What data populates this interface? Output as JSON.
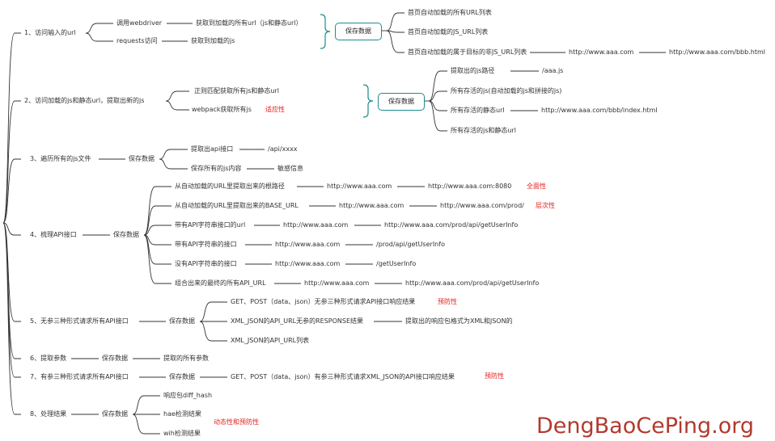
{
  "colors": {
    "line": "#333333",
    "accent_box": "#1e8c8c",
    "highlight": "#e0201c",
    "watermark": "#b23a2e"
  },
  "nodes": {
    "b1": "1、访问输入的url",
    "b1_webdriver": "调用webdriver",
    "b1_webdriver_get": "获取到加载的所有url（js和静态url）",
    "b1_requests": "requests访问",
    "b1_requests_get": "获取到加载的js",
    "b1_save": "保存数据",
    "b1_s1": "首页自动加载的所有URL列表",
    "b1_s2": "首页自动加载的JS_URL列表",
    "b1_s3": "首页自动加载的属于目标的非JS_URL列表",
    "b1_s3_url1": "http://www.aaa.com",
    "b1_s3_url2": "http://www.aaa.com/bbb.html",
    "b2": "2、访问加载的js和静态url，提取出新的js",
    "b2_regex": "正则匹配获取所有js和静态url",
    "b2_webpack": "webpack获取所有js",
    "b2_adapt": "适应性",
    "b2_save": "保存数据",
    "b2_s1": "提取出的js路径",
    "b2_s1_val": "/aaa.js",
    "b2_s2": "所有存活的js(自动加载的js和拼接的js)",
    "b2_s3": "所有存活的静态url",
    "b2_s3_val": "http://www.aaa.com/bbb/index.html",
    "b2_s4": "所有存活的js和静态url",
    "b3": "3、遍历所有的js文件",
    "b3_save": "保存数据",
    "b3_api": "提取出api接口",
    "b3_api_val": "/api/xxxx",
    "b3_content": "保存所有的js内容",
    "b3_sensitive": "敏感信息",
    "b4": "4、梳理API接口",
    "b4_save": "保存数据",
    "b4_r1": "从自动加载的URL里提取出来的根路径",
    "b4_r1_a": "http://www.aaa.com",
    "b4_r1_b": "http://www.aaa.com:8080",
    "b4_r1_tag": "全面性",
    "b4_r2": "从自动加载的URL里提取出来的BASE_URL",
    "b4_r2_a": "http://www.aaa.com",
    "b4_r2_b": "http://www.aaa.com/prod/",
    "b4_r2_tag": "层次性",
    "b4_r3": "带有API字符串接口的url",
    "b4_r3_a": "http://www.aaa.com",
    "b4_r3_b": "http://www.aaa.com/prod/api/getUserInfo",
    "b4_r4": "带有API字符串的接口",
    "b4_r4_a": "http://www.aaa.com",
    "b4_r4_b": "/prod/api/getUserInfo",
    "b4_r5": "没有API字符串的接口",
    "b4_r5_a": "http://www.aaa.com",
    "b4_r5_b": "/getUserInfo",
    "b4_r6": "组合出来的最终的所有API_URL",
    "b4_r6_a": "http://www.aaa.com",
    "b4_r6_b": "http://www.aaa.com/prod/api/getUserInfo",
    "b5": "5、无参三种形式请求所有API接口",
    "b5_save": "保存数据",
    "b5_r1": "GET、POST（data、json）无参三种形式请求API接口响应结果",
    "b5_r1_tag": "预防性",
    "b5_r2": "XML_JSON的API_URL无参的RESPONSE结果",
    "b5_r2_val": "提取出的响应包格式为XML和JSON的",
    "b5_r3": "XML_JSON的API_URL列表",
    "b6": "6、提取参数",
    "b6_save": "保存数据",
    "b6_val": "提取的所有参数",
    "b7": "7、有参三种形式请求所有API接口",
    "b7_save": "保存数据",
    "b7_val": "GET、POST（data、json）有参三种形式请求XML_JSON的API接口响应结果",
    "b7_tag": "预防性",
    "b8": "8、处理结果",
    "b8_save": "保存数据",
    "b8_r1": "响应包diff_hash",
    "b8_r2": "hae检测结果",
    "b8_r3": "wih检测结果",
    "b8_tag": "动态性和预防性"
  },
  "watermark": "DengBaoCePing.org"
}
